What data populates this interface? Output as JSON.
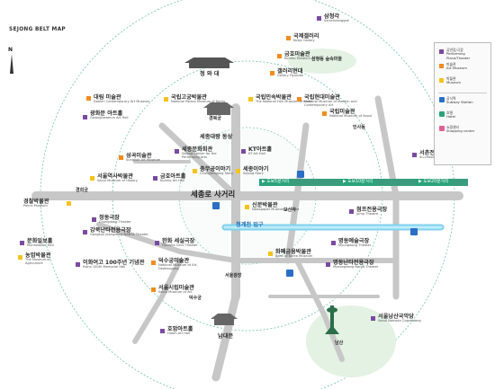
{
  "map": {
    "title": "SEJONG BELT MAP",
    "north_label": "N",
    "street_signs": [
      {
        "name": "sign-0",
        "text": "▶ 도보5분거리"
      },
      {
        "name": "sign-1",
        "text": "▶ 도보10분거리"
      },
      {
        "name": "sign-2",
        "text": "▶ 도보20분거리"
      }
    ],
    "landmarks": {
      "sejongno": "세종로 사거리",
      "cheonggyecheon": "청계천 입구",
      "namdaemun": "남대문",
      "cheongwadae": "청 와 대",
      "gyeongbokgung": "경복궁",
      "gyeonghuigung": "경희궁",
      "bosingak": "보신각",
      "namsan": "남산",
      "insadong": "인사동",
      "samcheong_park": "삼청동 숲속마을",
      "deoksugung": "덕수궁",
      "seoul_plaza": "서울광장"
    },
    "places": [
      {
        "id": "samcheonggak",
        "ko": "삼청각",
        "en": "Samcheonggak"
      },
      {
        "id": "kukje",
        "ko": "국제갤러리",
        "en": "Kukje Gallery"
      },
      {
        "id": "kumho",
        "ko": "금호미술관",
        "en": "Kumho Museum of Art"
      },
      {
        "id": "hyundai",
        "ko": "갤러리현대",
        "en": "Gallery Hyundai"
      },
      {
        "id": "daelim",
        "ko": "대림 미술관",
        "en": "Daelim Contemporary Art Museum"
      },
      {
        "id": "gwanghwamun",
        "ko": "광화문 아트홀",
        "en": "Gwanghwamun Art Hall"
      },
      {
        "id": "palace",
        "ko": "국립고궁박물관",
        "en": "National Palace Museum of Korea"
      },
      {
        "id": "folk",
        "ko": "국립민속박물관",
        "en": "The National Folk Museum of Korea"
      },
      {
        "id": "mmca",
        "ko": "국립현대미술관",
        "en": "National Museum of Modern and Contemporary Art"
      },
      {
        "id": "sejong_statue",
        "ko": "세종대왕 동상",
        "en": ""
      },
      {
        "id": "sejong_center",
        "ko": "세종문화회관",
        "en": "Sejong Center for the Performing Arts"
      },
      {
        "id": "kt",
        "ko": "KT아트홀",
        "en": "KT Art Hall"
      },
      {
        "id": "sungkok",
        "ko": "성곡미술관",
        "en": "Sungkok Art Museum"
      },
      {
        "id": "chungmu",
        "ko": "충무공이야기",
        "en": "Chungmugong Story"
      },
      {
        "id": "sejong_story",
        "ko": "세종이야기",
        "en": "Sejong Story"
      },
      {
        "id": "history",
        "ko": "서울역사박물관",
        "en": "Seoul Museum of History"
      },
      {
        "id": "kumho_hall",
        "ko": "금호아트홀",
        "en": "Kumho Art Hall"
      },
      {
        "id": "police",
        "ko": "경찰박물관",
        "en": "Police Museum"
      },
      {
        "id": "chongdong",
        "ko": "정동극장",
        "en": "Chongdong Theater"
      },
      {
        "id": "nanta",
        "ko": "강북난타전용극장",
        "en": "Gangbuk Jeongdong NANTA Theater"
      },
      {
        "id": "hanwha",
        "ko": "한화 세실극장",
        "en": "Hanwha Cecil Theater"
      },
      {
        "id": "munhwa",
        "ko": "문화일보홀",
        "en": "Munhwailbo Hall"
      },
      {
        "id": "agri",
        "ko": "농업박물관",
        "en": "The Museum of Agriculture"
      },
      {
        "id": "ewha",
        "ko": "이화여고 100주년 기념관",
        "en": "Ewha 100th Memorial Hall"
      },
      {
        "id": "deoksu_art",
        "ko": "덕수궁미술관",
        "en": "National Museum of Art, Deoksugung"
      },
      {
        "id": "sema",
        "ko": "서울시립미술관",
        "en": "Seoul Museum of Art"
      },
      {
        "id": "hoam",
        "ko": "호암아트홀",
        "en": "Hoam Art Hall"
      },
      {
        "id": "newspaper",
        "ko": "신문박물관",
        "en": "Newspaper Museum in Korea"
      },
      {
        "id": "jump",
        "ko": "점프전용극장",
        "en": "Jump Theatre"
      },
      {
        "id": "myungdong",
        "ko": "명동예술극장",
        "en": "Myungdong Theater"
      },
      {
        "id": "nanta2",
        "ko": "명동난타전용극장",
        "en": "Myeongdong Nanta Theater"
      },
      {
        "id": "hwapyeong",
        "ko": "화폐금융박물관",
        "en": "Bank of Korea Museum"
      },
      {
        "id": "sejong_art",
        "ko": "서울남산국악당",
        "en": "Seoul Namsan Gugakdang"
      },
      {
        "id": "seochon",
        "ko": "서촌전통관",
        "en": "Su-chosim Theatre"
      },
      {
        "id": "mmca2",
        "ko": "국립미술관",
        "en": "National Museum of Seoul"
      }
    ],
    "legend": [
      {
        "name": "legend-performance",
        "color": "#7a4aa0",
        "ko": "공연장/극장",
        "en": "Performing Place/Theater"
      },
      {
        "name": "legend-art",
        "color": "#f28c1e",
        "ko": "미술관",
        "en": "Art Museum"
      },
      {
        "name": "legend-museum",
        "color": "#f5c31c",
        "ko": "박물관",
        "en": "Museum"
      },
      {
        "name": "legend-subway",
        "color": "#2a6fc6",
        "ko": "공식역",
        "en": "Subway Station"
      },
      {
        "name": "legend-hotel",
        "color": "#2aa37a",
        "ko": "호텔",
        "en": "Hotel"
      },
      {
        "name": "legend-shopping",
        "color": "#e0609a",
        "ko": "쇼핑센터",
        "en": "Shopping center"
      }
    ],
    "colors": {
      "road": "#b9b9b9",
      "belt_walk": "#2aa37a",
      "stream": "#7fd2ee",
      "circle": "#6cc5a6",
      "accent": "#3b8fd6"
    }
  }
}
